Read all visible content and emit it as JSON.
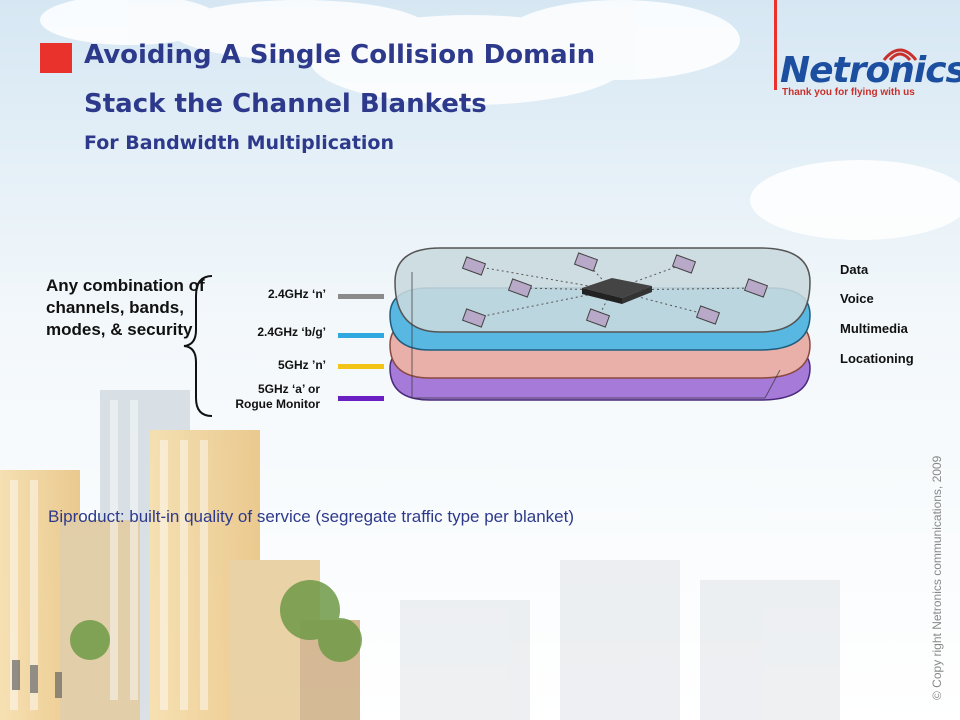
{
  "header": {
    "title_line1": "Avoiding A Single Collision Domain",
    "title_line2": "Stack the Channel Blankets",
    "subtitle": "For Bandwidth Multiplication"
  },
  "logo": {
    "name": "Netronics",
    "tagline": "Thank you for flying with us"
  },
  "left_text": "Any combination of channels, bands, modes, & security",
  "bands": [
    {
      "label": "2.4GHz ‘n’",
      "color": "#8a8a8a"
    },
    {
      "label": "2.4GHz ‘b/g’",
      "color": "#2fa8e0"
    },
    {
      "label": "5GHz ’n’",
      "color": "#f2c418"
    },
    {
      "label_line1": "5GHz ‘a’ or",
      "label_line2": "Rogue Monitor",
      "color": "#6a1fc2"
    }
  ],
  "traffic_types": [
    "Data",
    "Voice",
    "Multimedia",
    "Locationing"
  ],
  "layer_colors": {
    "top": "#c9d9de",
    "blue": "#58b8e2",
    "pink": "#e8b0a8",
    "purple": "#a67ad9"
  },
  "bottom_text": "Biproduct: built-in quality of service (segregate traffic type per blanket)",
  "copyright": "© Copy right Netronics communications, 2009"
}
